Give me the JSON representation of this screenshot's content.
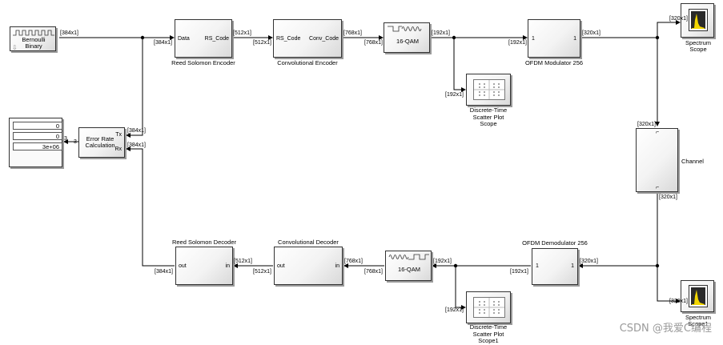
{
  "diagram": {
    "blocks": {
      "bernoulli": {
        "name": "Bernoulli\nBinary",
        "out_dim": "[384x1]"
      },
      "rs_encoder": {
        "name": "Reed Solomon Encoder",
        "in_port": "Data",
        "out_port": "RS_Code",
        "in_dim": "[384x1]",
        "out_dim": "[512x1]"
      },
      "conv_encoder": {
        "name": "Convolutional Encoder",
        "in_port": "RS_Code",
        "out_port": "Conv_Code",
        "in_dim": "[512x1]",
        "out_dim": "[768x1]"
      },
      "qam_mod": {
        "name": "16-QAM",
        "in_dim": "[768x1]",
        "out_dim": "[192x1]"
      },
      "ofdm_mod": {
        "name": "OFDM Modulator 256",
        "in_port": "1",
        "out_port": "1",
        "in_dim": "[192x1]",
        "out_dim": "[320x1]"
      },
      "spectrum_scope": {
        "name": "Spectrum\nScope",
        "in_dim": "[320x1]"
      },
      "scatter_scope": {
        "name": "Discrete-Time\nScatter Plot\nScope",
        "in_dim": "[192x1]"
      },
      "display": {
        "values": [
          "0",
          "0",
          "3e+06"
        ],
        "in_dim": "3"
      },
      "error_rate": {
        "name": "Error Rate\nCalculation",
        "tx_port": "Tx",
        "rx_port": "Rx",
        "out_dim": "3",
        "tx_dim": "[384x1]",
        "rx_dim": "[384x1]"
      },
      "channel": {
        "name": "Channel",
        "in_dim": "[320x1]",
        "out_dim": "[320x1]"
      },
      "ofdm_demod": {
        "name": "OFDM Demodulator 256",
        "in_port": "1",
        "out_port": "1",
        "in_dim": "[320x1]",
        "out_dim": "[192x1]"
      },
      "spectrum_scope1": {
        "name": "Spectrum\nScope1",
        "in_dim": "[320x1]"
      },
      "qam_demod": {
        "name": "16-QAM",
        "in_dim": "[192x1]",
        "out_dim": "[768x1]"
      },
      "scatter_scope1": {
        "name": "Discrete-Time\nScatter Plot\nScope1",
        "in_dim": "[192x1]"
      },
      "conv_decoder": {
        "name": "Convolutional Decoder",
        "in_port": "in",
        "out_port": "out",
        "in_dim": "[768x1]",
        "out_dim": "[512x1]"
      },
      "rs_decoder": {
        "name": "Reed Solomon Decoder",
        "in_port": "in",
        "out_port": "out",
        "in_dim": "[512x1]",
        "out_dim": "[384x1]"
      }
    }
  },
  "watermark": "CSDN @我爱C编程"
}
